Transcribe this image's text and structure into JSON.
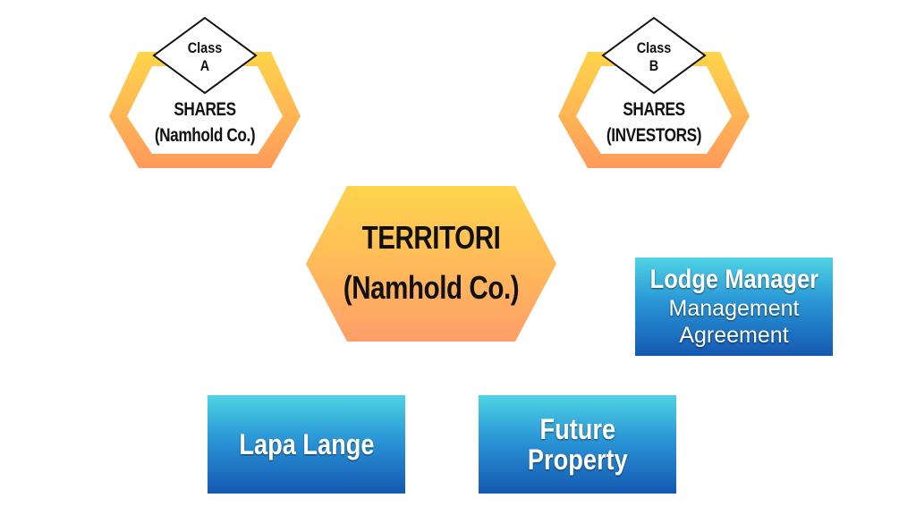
{
  "colors": {
    "hex_fill_top": "#ffd54a",
    "hex_fill_bottom": "#ff9f5a",
    "hex_inner": "#ffffff",
    "box_top": "#4fd3e4",
    "box_bottom": "#1458b2",
    "text_dark": "#111111",
    "text_light": "#ffffff"
  },
  "class_a": {
    "badge_line1": "Class",
    "badge_line2": "A",
    "line1": "SHARES",
    "line2": "(Namhold Co.)"
  },
  "class_b": {
    "badge_line1": "Class",
    "badge_line2": "B",
    "line1": "SHARES",
    "line2": "(INVESTORS)"
  },
  "territori": {
    "line1": "TERRITORI",
    "line2": "(Namhold Co.)"
  },
  "lodge_manager": {
    "title": "Lodge Manager",
    "line1": "Management",
    "line2": "Agreement"
  },
  "lapa_lange": {
    "label": "Lapa Lange"
  },
  "future_property": {
    "line1": "Future",
    "line2": "Property"
  }
}
